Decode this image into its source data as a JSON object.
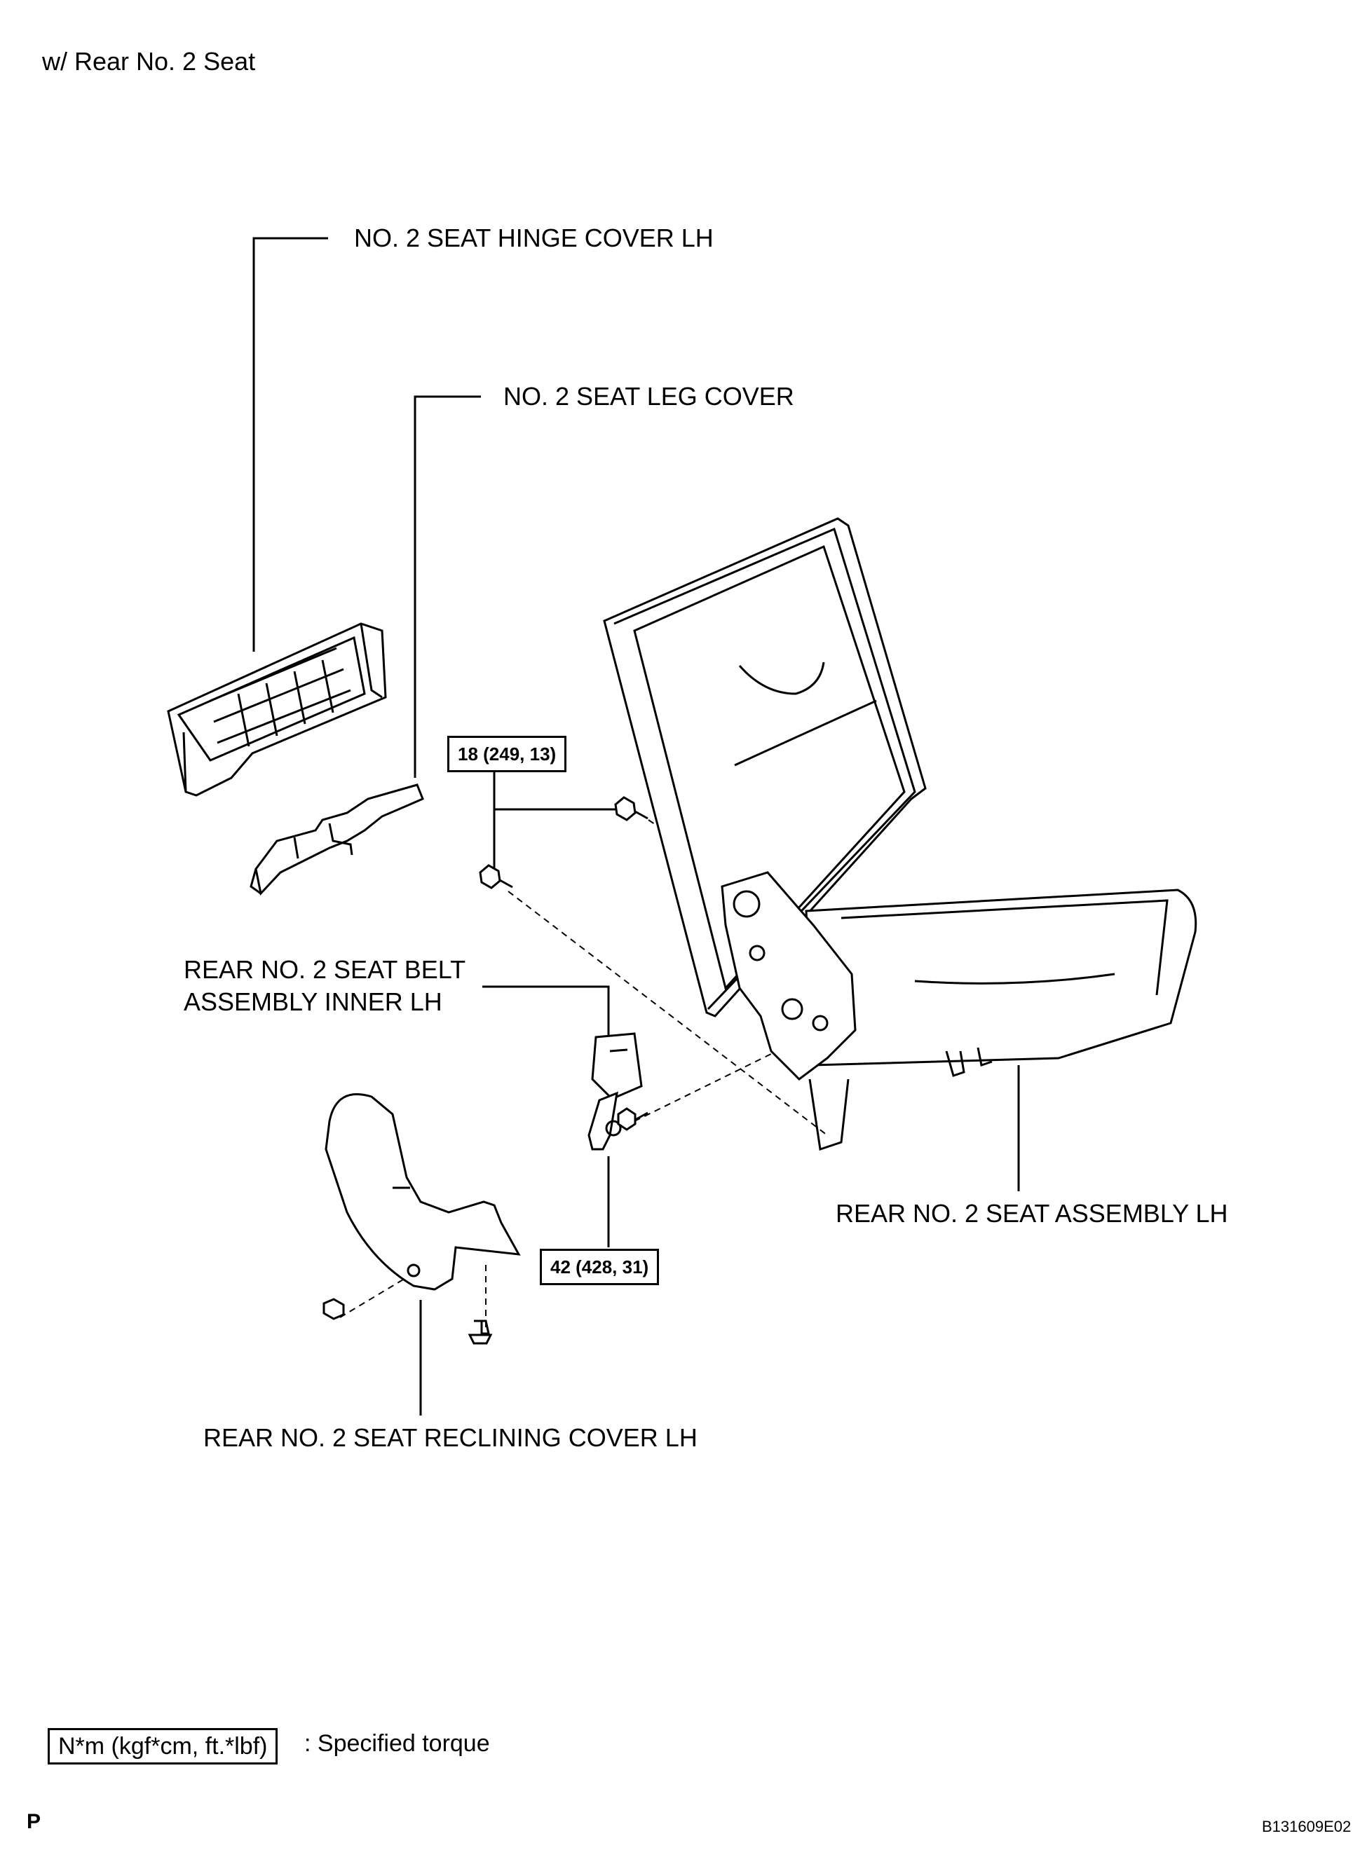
{
  "header": {
    "condition": "w/ Rear No. 2 Seat"
  },
  "parts": {
    "hinge_cover": "NO. 2 SEAT HINGE COVER LH",
    "leg_cover": "NO. 2 SEAT LEG COVER",
    "belt_line1": "REAR NO. 2 SEAT BELT",
    "belt_line2": "ASSEMBLY INNER LH",
    "seat_assembly": "REAR NO. 2 SEAT ASSEMBLY LH",
    "reclining_cover": "REAR NO. 2 SEAT RECLINING COVER LH"
  },
  "torques": {
    "seat_bolts": "18 (249, 13)",
    "belt_bolt": "42 (428, 31)"
  },
  "legend": {
    "unit": "N*m (kgf*cm, ft.*lbf)",
    "description": ": Specified torque"
  },
  "footer": {
    "page_marker": "P",
    "figure_id": "B131609E02"
  }
}
